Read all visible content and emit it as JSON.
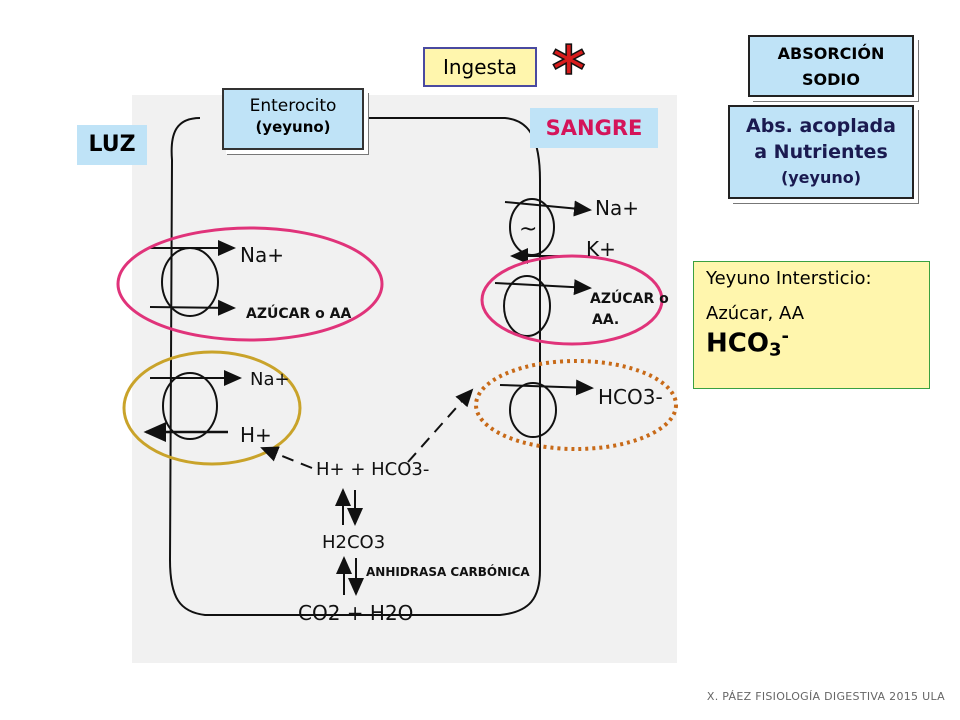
{
  "labels": {
    "luz": "LUZ",
    "ingesta": "Ingesta",
    "enterocito": "Enterocito",
    "enterocito_sub": "(yeyuno)",
    "sangre": "SANGRE",
    "absorcion_line1": "ABSORCIÓN",
    "absorcion_line2": "SODIO",
    "acoplada_line1": "Abs. acoplada",
    "acoplada_line2": "a Nutrientes",
    "acoplada_sub": "(yeyuno)"
  },
  "interstitium": {
    "title": "Yeyuno Intersticio:",
    "nutrients": "Azúcar, AA",
    "ion": "HCO",
    "ion_sub": "3",
    "ion_sup": "-"
  },
  "diagram": {
    "apical_na": "Na+",
    "apical_sugar": "AZÚCAR o AA",
    "apical_na2": "Na+",
    "apical_h": "H+",
    "baso_na": "Na+",
    "baso_k": "K+",
    "baso_sugar_line1": "AZÚCAR o",
    "baso_sugar_line2": "AA.",
    "baso_hco3": "HCO3-",
    "reaction_top": "H+ + HCO3-",
    "reaction_mid": "H2CO3",
    "enzyme": "ANHIDRASA CARBÓNICA",
    "reaction_bottom": "CO2 + H2O",
    "pump_symbol": "~"
  },
  "footer": "X. PÁEZ   FISIOLOGÍA DIGESTIVA 2015 ULA",
  "colors": {
    "light_blue": "#bfe3f7",
    "light_yellow": "#fff6ad",
    "pink": "#e0337a",
    "olive": "#c9a32a",
    "orange_dotted": "#c86a18",
    "asterisk_red": "#d81b1b"
  }
}
